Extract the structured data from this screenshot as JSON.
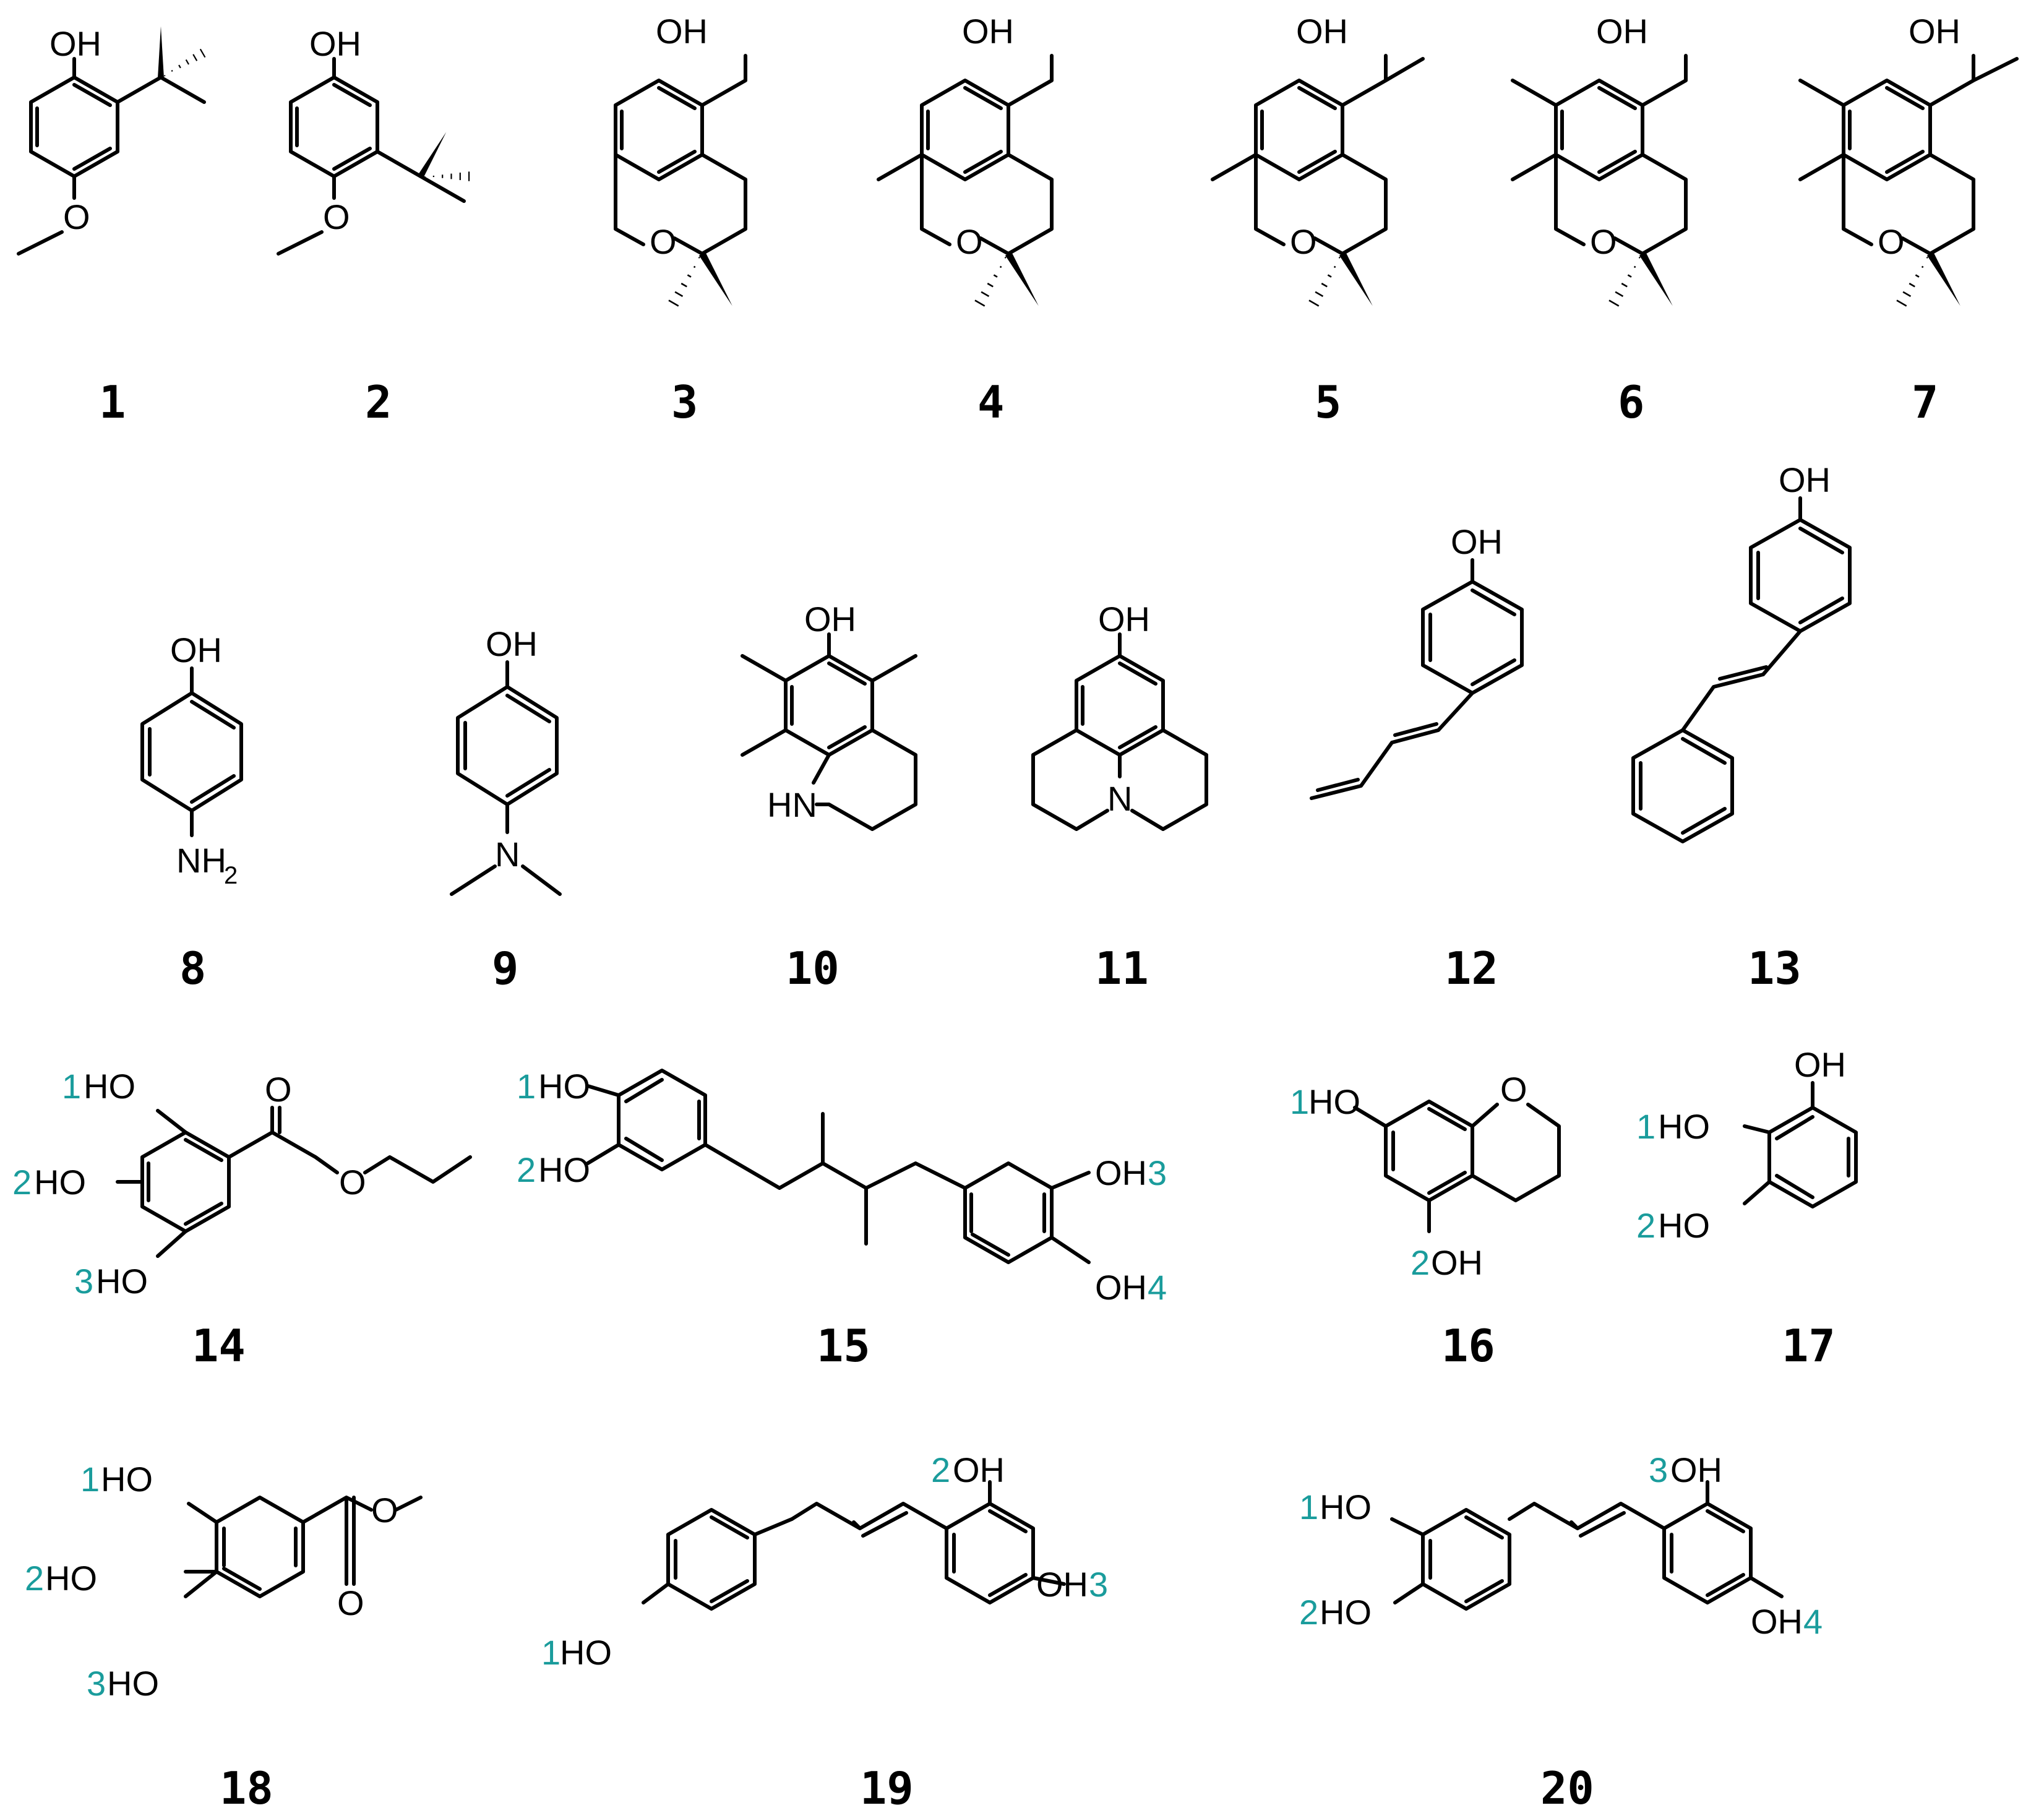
{
  "colors": {
    "ink": "#000000",
    "site_label": "#1a9c9c"
  },
  "compounds": [
    {
      "id": "1",
      "name": "compound-1",
      "atoms": {
        "oh": "OH",
        "o": "O"
      }
    },
    {
      "id": "2",
      "name": "compound-2",
      "atoms": {
        "oh": "OH",
        "o": "O"
      }
    },
    {
      "id": "3",
      "name": "compound-3",
      "atoms": {
        "oh": "OH",
        "o": "O"
      }
    },
    {
      "id": "4",
      "name": "compound-4",
      "atoms": {
        "oh": "OH",
        "o": "O"
      }
    },
    {
      "id": "5",
      "name": "compound-5",
      "atoms": {
        "oh": "OH",
        "o": "O"
      }
    },
    {
      "id": "6",
      "name": "compound-6",
      "atoms": {
        "oh": "OH",
        "o": "O"
      }
    },
    {
      "id": "7",
      "name": "compound-7",
      "atoms": {
        "oh": "OH",
        "o": "O"
      }
    },
    {
      "id": "8",
      "name": "compound-8",
      "atoms": {
        "oh": "OH",
        "nh2": "NH",
        "nh2_sub": "2"
      }
    },
    {
      "id": "9",
      "name": "compound-9",
      "atoms": {
        "oh": "OH",
        "n": "N"
      }
    },
    {
      "id": "10",
      "name": "compound-10",
      "atoms": {
        "oh": "OH",
        "hn": "HN"
      }
    },
    {
      "id": "11",
      "name": "compound-11",
      "atoms": {
        "oh": "OH",
        "n": "N"
      }
    },
    {
      "id": "12",
      "name": "compound-12",
      "atoms": {
        "oh": "OH"
      }
    },
    {
      "id": "13",
      "name": "compound-13",
      "atoms": {
        "oh": "OH"
      }
    },
    {
      "id": "14",
      "name": "compound-14",
      "atoms": {
        "ho1": "HO",
        "ho2": "HO",
        "ho3": "HO",
        "o_carbonyl": "O",
        "o_ester": "O"
      },
      "sites": [
        "1",
        "2",
        "3"
      ]
    },
    {
      "id": "15",
      "name": "compound-15",
      "atoms": {
        "ho1": "HO",
        "ho2": "HO",
        "oh3": "OH",
        "oh4": "OH"
      },
      "sites": [
        "1",
        "2",
        "3",
        "4"
      ]
    },
    {
      "id": "16",
      "name": "compound-16",
      "atoms": {
        "ho1": "HO",
        "oh2": "OH",
        "o": "O"
      },
      "sites": [
        "1",
        "2"
      ]
    },
    {
      "id": "17",
      "name": "compound-17",
      "atoms": {
        "oh": "OH",
        "ho1": "HO",
        "ho2": "HO"
      },
      "sites": [
        "1",
        "2"
      ]
    },
    {
      "id": "18",
      "name": "compound-18",
      "atoms": {
        "ho1": "HO",
        "ho2": "HO",
        "ho3": "HO",
        "o_ester": "O",
        "o_carbonyl": "O"
      },
      "sites": [
        "1",
        "2",
        "3"
      ]
    },
    {
      "id": "19",
      "name": "compound-19",
      "atoms": {
        "ho1": "HO",
        "oh2": "OH",
        "oh3": "OH"
      },
      "sites": [
        "1",
        "2",
        "3"
      ]
    },
    {
      "id": "20",
      "name": "compound-20",
      "atoms": {
        "ho1": "HO",
        "ho2": "HO",
        "oh3": "OH",
        "oh4": "OH"
      },
      "sites": [
        "1",
        "2",
        "3",
        "4"
      ]
    }
  ]
}
